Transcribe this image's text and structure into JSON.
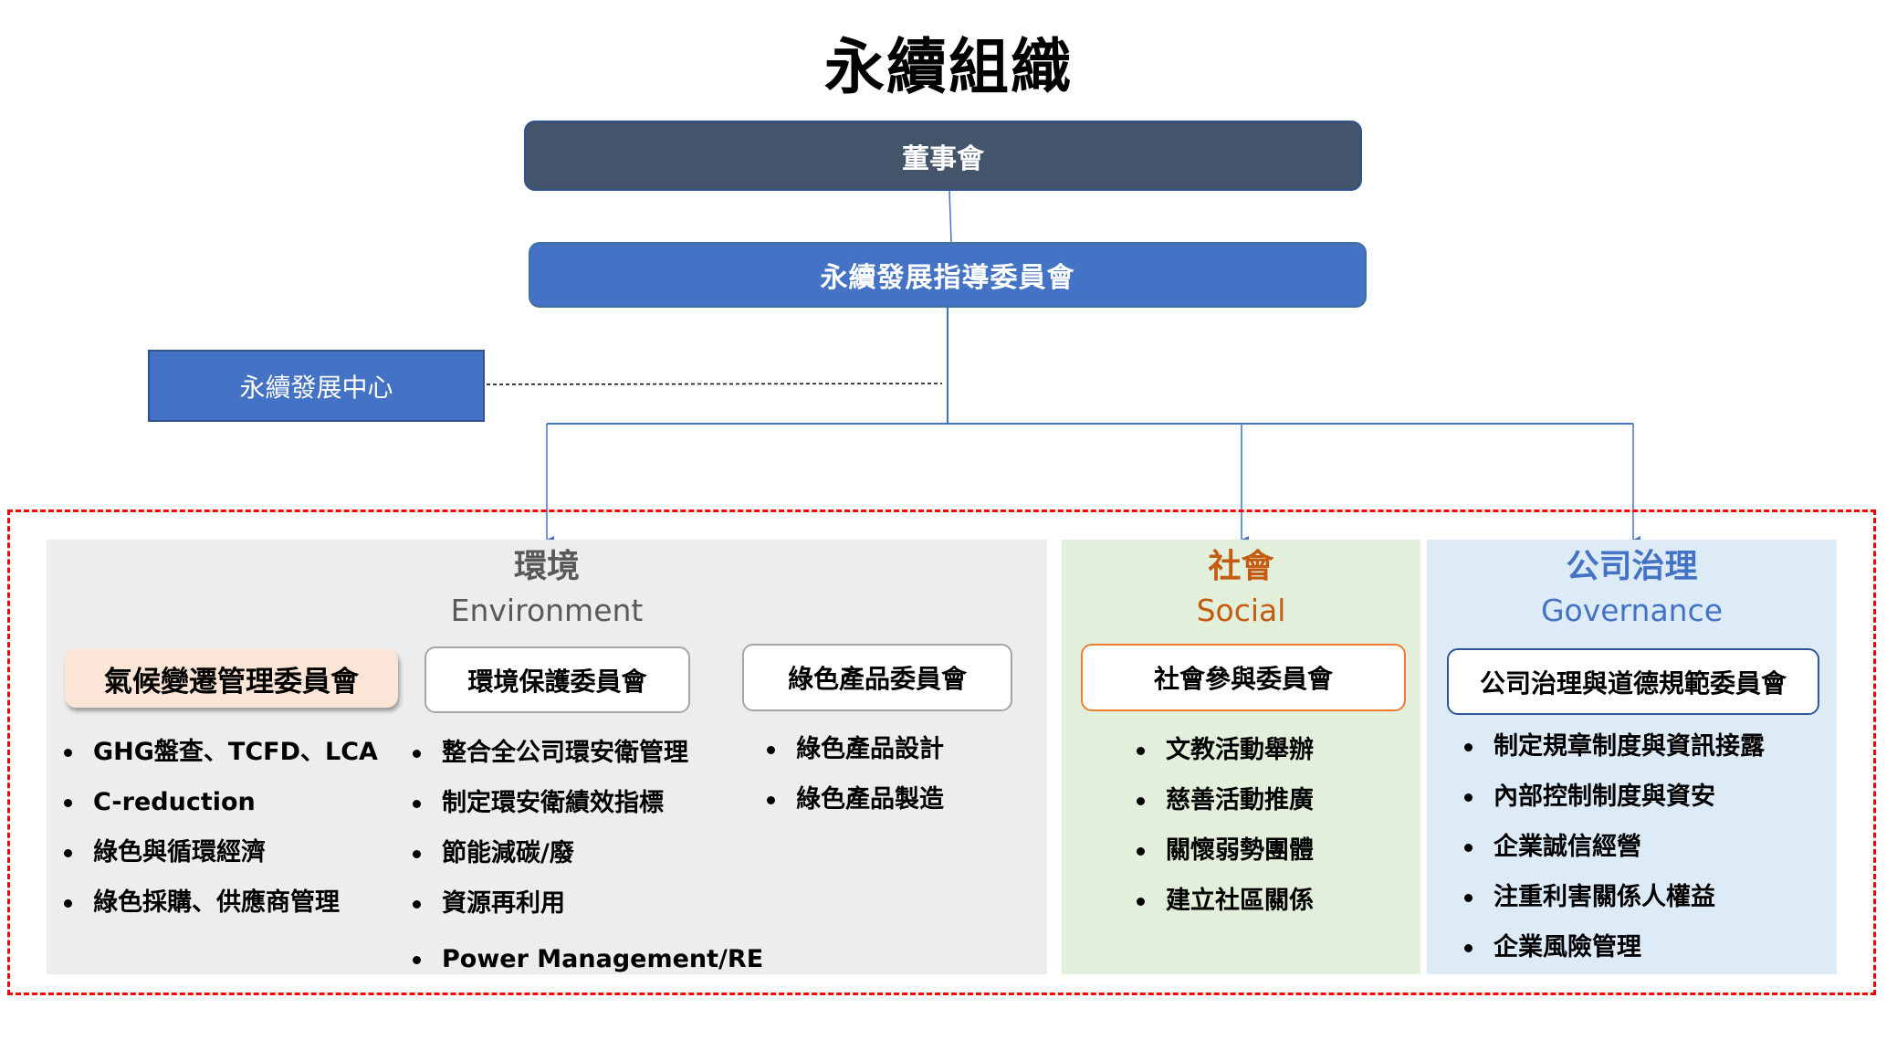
{
  "title": "永續組織",
  "org": {
    "board": "董事會",
    "steering_committee": "永續發展指導委員會",
    "sustainability_center": "永續發展中心"
  },
  "pillars": {
    "environment": {
      "title_zh": "環境",
      "title_en": "Environment",
      "color": "#595959",
      "background": "#EDEDED",
      "committees": [
        {
          "name": "氣候變遷管理委員會",
          "highlighted": true,
          "items": [
            "GHG盤查、TCFD、LCA",
            "C-reduction",
            "綠色與循環經濟",
            "綠色採購、供應商管理"
          ]
        },
        {
          "name": "環境保護委員會",
          "highlighted": false,
          "items": [
            "整合全公司環安衛管理",
            "制定環安衛績效指標",
            "節能減碳/廢",
            "資源再利用",
            "Power Management/RE"
          ]
        },
        {
          "name": "綠色產品委員會",
          "highlighted": false,
          "items": [
            "綠色產品設計",
            "綠色產品製造"
          ]
        }
      ]
    },
    "social": {
      "title_zh": "社會",
      "title_en": "Social",
      "color": "#C55A11",
      "background": "#E2EFDA",
      "committees": [
        {
          "name": "社會參與委員會",
          "items": [
            "文教活動舉辦",
            "慈善活動推廣",
            "關懷弱勢團體",
            "建立社區關係"
          ]
        }
      ]
    },
    "governance": {
      "title_zh": "公司治理",
      "title_en": "Governance",
      "color": "#4472C4",
      "background": "#DDEBF7",
      "committees": [
        {
          "name": "公司治理與道德規範委員會",
          "items": [
            "制定規章制度與資訊接露",
            "內部控制制度與資安",
            "企業誠信經營",
            "注重利害關係人權益",
            "企業風險管理"
          ]
        }
      ]
    }
  },
  "colors": {
    "board": "#44546A",
    "steering": "#4472C4",
    "connector": "#4472C4",
    "scope_border": "#FF0000"
  }
}
